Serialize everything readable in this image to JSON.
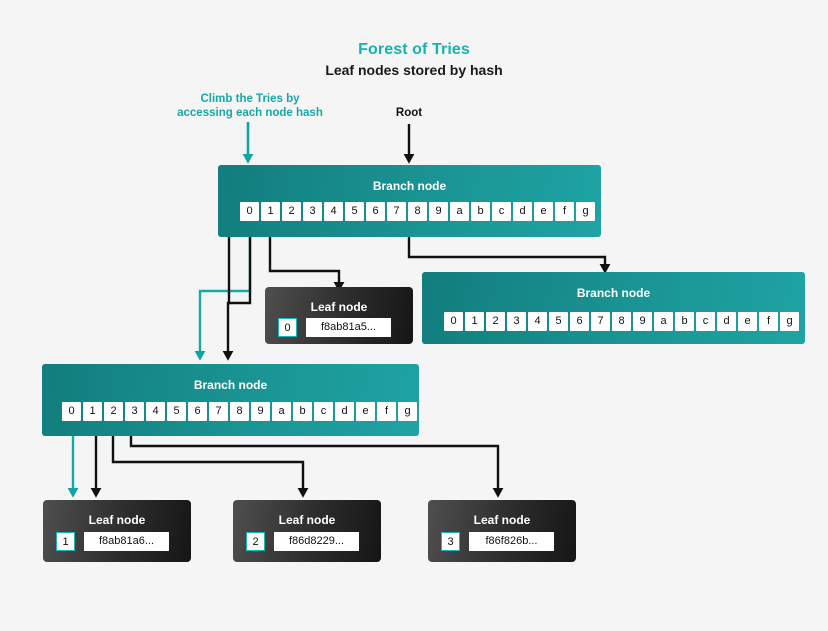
{
  "page": {
    "background_color": "#f5f5f5",
    "title": "Forest of Tries",
    "subtitle": "Leaf nodes stored by hash",
    "title_color": "#16b3b3",
    "subtitle_color": "#1a1a1a"
  },
  "annotations": {
    "climb": "Climb the Tries by accessing each node hash",
    "climb_line1": "Climb the Tries by",
    "climb_line2": "accessing each node hash",
    "climb_color": "#17a8a8",
    "root": "Root",
    "root_color": "#111111"
  },
  "colors": {
    "teal": "#17a8a8",
    "teal_dark": "#127d7d",
    "teal_light": "#1fa3a3",
    "branch_gradient_start": "#127d7d",
    "branch_gradient_end": "#1fa3a3",
    "leaf_gradient_start": "#4f4f4f",
    "leaf_gradient_end": "#161616",
    "arrow_black": "#111111",
    "arrow_teal": "#12a3a3",
    "cell_bg": "#ffffff",
    "cell_text": "#111111"
  },
  "nodes": {
    "branch_root": {
      "label": "Branch node",
      "cells": [
        "0",
        "1",
        "2",
        "3",
        "4",
        "5",
        "6",
        "7",
        "8",
        "9",
        "a",
        "b",
        "c",
        "d",
        "e",
        "f",
        "g"
      ]
    },
    "branch_right": {
      "label": "Branch node",
      "cells": [
        "0",
        "1",
        "2",
        "3",
        "4",
        "5",
        "6",
        "7",
        "8",
        "9",
        "a",
        "b",
        "c",
        "d",
        "e",
        "f",
        "g"
      ]
    },
    "branch_left": {
      "label": "Branch node",
      "cells": [
        "0",
        "1",
        "2",
        "3",
        "4",
        "5",
        "6",
        "7",
        "8",
        "9",
        "a",
        "b",
        "c",
        "d",
        "e",
        "f",
        "g"
      ]
    },
    "leaf_top": {
      "label": "Leaf node",
      "index": "0",
      "hash": "f8ab81a5..."
    },
    "leaf_b1": {
      "label": "Leaf node",
      "index": "1",
      "hash": "f8ab81a6..."
    },
    "leaf_b2": {
      "label": "Leaf node",
      "index": "2",
      "hash": "f86d8229..."
    },
    "leaf_b3": {
      "label": "Leaf node",
      "index": "3",
      "hash": "f86f826b..."
    }
  }
}
